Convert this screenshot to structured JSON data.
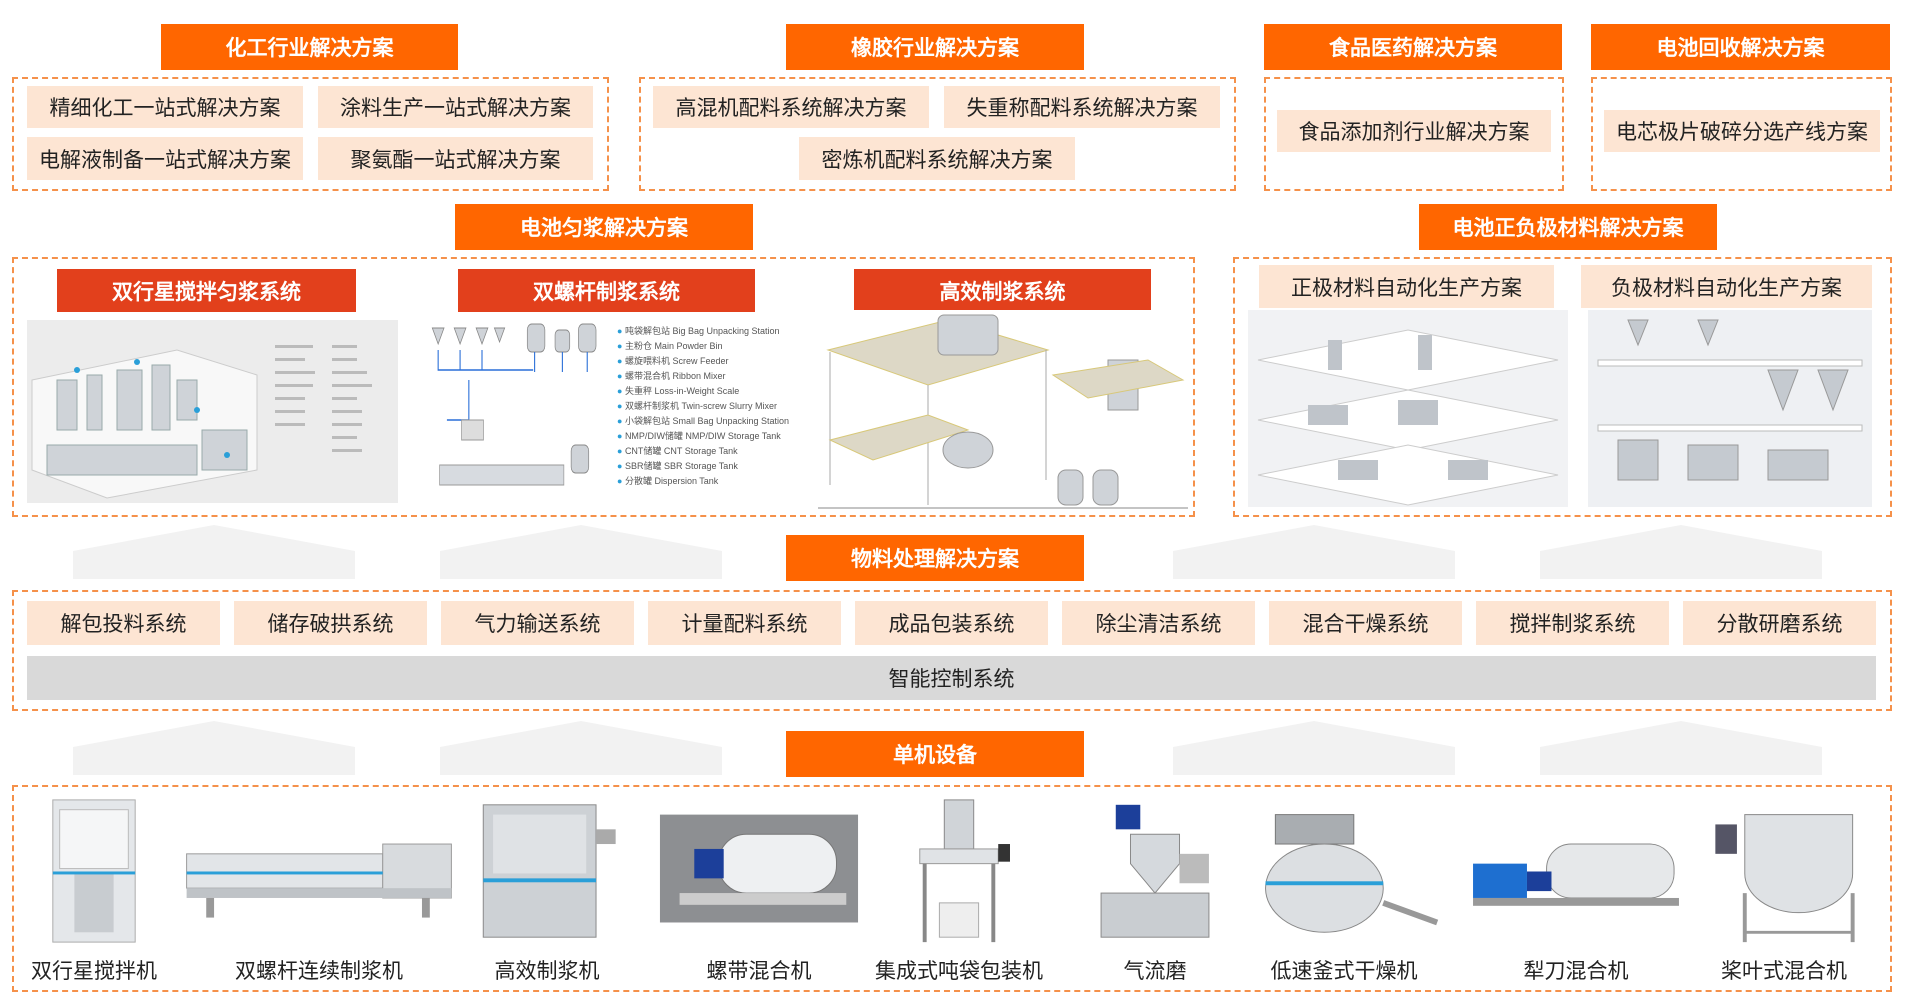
{
  "sections": {
    "chemical": {
      "title": "化工行业解决方案",
      "items": [
        "精细化工一站式解决方案",
        "涂料生产一站式解决方案",
        "电解液制备一站式解决方案",
        "聚氨酯一站式解决方案"
      ]
    },
    "rubber": {
      "title": "橡胶行业解决方案",
      "items": [
        "高混机配料系统解决方案",
        "失重称配料系统解决方案",
        "密炼机配料系统解决方案"
      ]
    },
    "food": {
      "title": "食品医药解决方案",
      "items": [
        "食品添加剂行业解决方案"
      ]
    },
    "recycling": {
      "title": "电池回收解决方案",
      "items": [
        "电芯极片破碎分选产线方案"
      ]
    },
    "slurry": {
      "title": "电池匀浆解决方案",
      "systems": [
        "双行星搅拌匀浆系统",
        "双螺杆制浆系统",
        "高效制浆系统"
      ],
      "twin_screw_legend": [
        "吨袋解包站 Big Bag Unpacking Station",
        "主粉仓 Main Powder Bin",
        "螺旋喂料机 Screw Feeder",
        "螺带混合机 Ribbon Mixer",
        "失重秤 Loss-in-Weight Scale",
        "双螺杆制浆机 Twin-screw Slurry Mixer",
        "小袋解包站 Small Bag Unpacking Station",
        "NMP/DIW储罐 NMP/DIW Storage Tank",
        "CNT储罐 CNT Storage Tank",
        "SBR储罐 SBR Storage Tank",
        "分散罐 Dispersion Tank"
      ]
    },
    "electrode": {
      "title": "电池正负极材料解决方案",
      "items": [
        "正极材料自动化生产方案",
        "负极材料自动化生产方案"
      ]
    },
    "material": {
      "title": "物料处理解决方案",
      "items": [
        "解包投料系统",
        "储存破拱系统",
        "气力输送系统",
        "计量配料系统",
        "成品包装系统",
        "除尘清洁系统",
        "混合干燥系统",
        "搅拌制浆系统",
        "分散研磨系统"
      ],
      "control": "智能控制系统"
    },
    "equipment": {
      "title": "单机设备",
      "items": [
        "双行星搅拌机",
        "双螺杆连续制浆机",
        "高效制浆机",
        "螺带混合机",
        "集成式吨袋包装机",
        "气流磨",
        "低速釜式干燥机",
        "犁刀混合机",
        "桨叶式混合机"
      ]
    }
  },
  "colors": {
    "accent": "#ff6600",
    "subheader": "#e2401c",
    "item_bg": "#fde5d3",
    "control_bg": "#d9d9d9"
  }
}
